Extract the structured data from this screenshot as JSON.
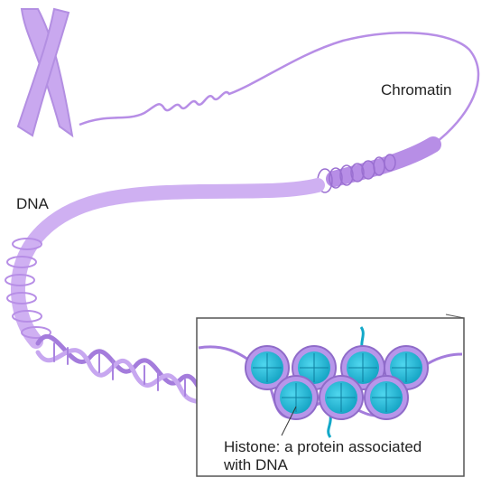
{
  "labels": {
    "chromatin": "Chromatin",
    "dna": "DNA",
    "histone_line1": "Histone: a protein associated",
    "histone_line2": "with DNA"
  },
  "colors": {
    "strand": "#b78ee6",
    "strand_light": "#d9c2f4",
    "strand_dark": "#9a6fd1",
    "chromosome": "#c9a8ef",
    "histone_fill": "#19b9d6",
    "histone_ring": "#8f6bc9",
    "tail": "#12a8c8",
    "box_border": "#555555"
  }
}
